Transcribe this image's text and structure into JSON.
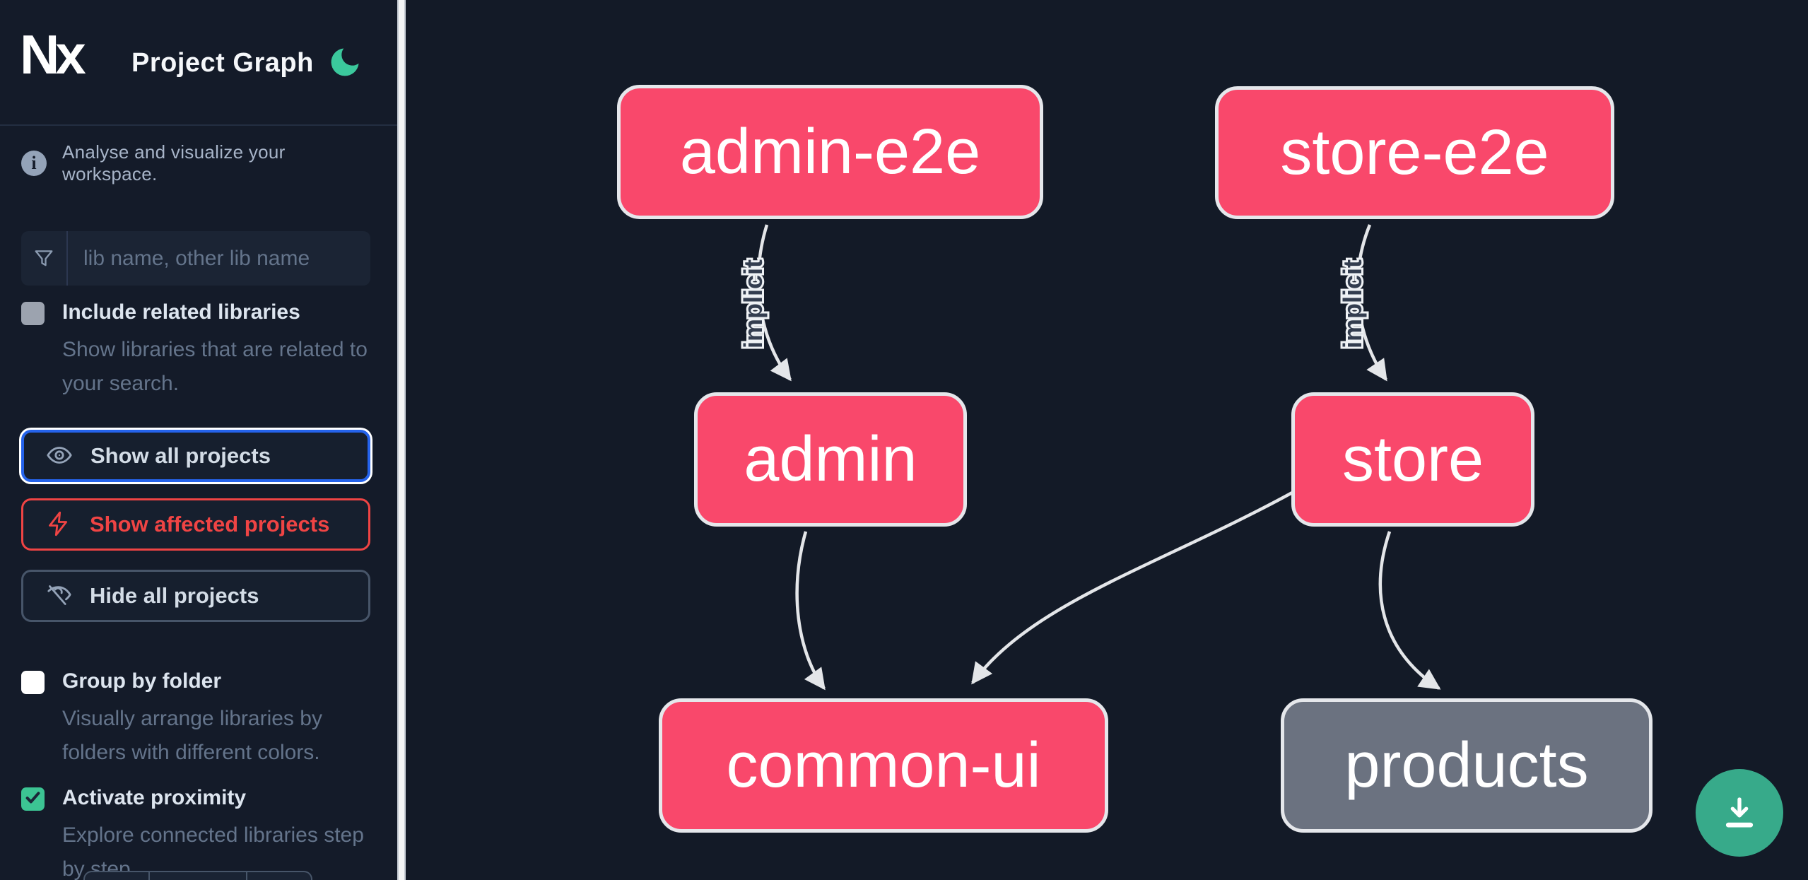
{
  "header": {
    "logo_text": "Nx",
    "title": "Project Graph"
  },
  "sidebar": {
    "tagline": "Analyse and visualize your workspace.",
    "search_placeholder": "lib name, other lib name",
    "include_related": {
      "label": "Include related libraries",
      "description": "Show libraries that are related to your search.",
      "checked": false
    },
    "actions": {
      "show_all": "Show all projects",
      "show_affected": "Show affected projects",
      "hide_all": "Hide all projects"
    },
    "group_by_folder": {
      "label": "Group by folder",
      "description": "Visually arrange libraries by folders with different colors.",
      "checked": false
    },
    "activate_proximity": {
      "label": "Activate proximity",
      "description": "Explore connected libraries step by step.",
      "checked": true
    }
  },
  "graph": {
    "nodes": [
      {
        "id": "admin-e2e",
        "label": "admin-e2e",
        "color": "#f9486b"
      },
      {
        "id": "store-e2e",
        "label": "store-e2e",
        "color": "#f9486b"
      },
      {
        "id": "admin",
        "label": "admin",
        "color": "#f9486b"
      },
      {
        "id": "store",
        "label": "store",
        "color": "#f9486b"
      },
      {
        "id": "common-ui",
        "label": "common-ui",
        "color": "#f9486b"
      },
      {
        "id": "products",
        "label": "products",
        "color": "#6b7280"
      }
    ],
    "edges": [
      {
        "source": "admin-e2e",
        "target": "admin",
        "label": "implicit"
      },
      {
        "source": "store-e2e",
        "target": "store",
        "label": "implicit"
      },
      {
        "source": "admin",
        "target": "common-ui",
        "label": ""
      },
      {
        "source": "store",
        "target": "common-ui",
        "label": ""
      },
      {
        "source": "store",
        "target": "products",
        "label": ""
      }
    ]
  },
  "fab": {
    "icon": "download"
  },
  "colors": {
    "background": "#131a27",
    "node_pink": "#f9486b",
    "node_gray": "#6b7280",
    "node_border": "#e5e7eb",
    "edge": "#e4e6e9",
    "accent_green": "#37aa8a",
    "focus_blue": "#2563eb",
    "affected_red": "#ef4444"
  }
}
